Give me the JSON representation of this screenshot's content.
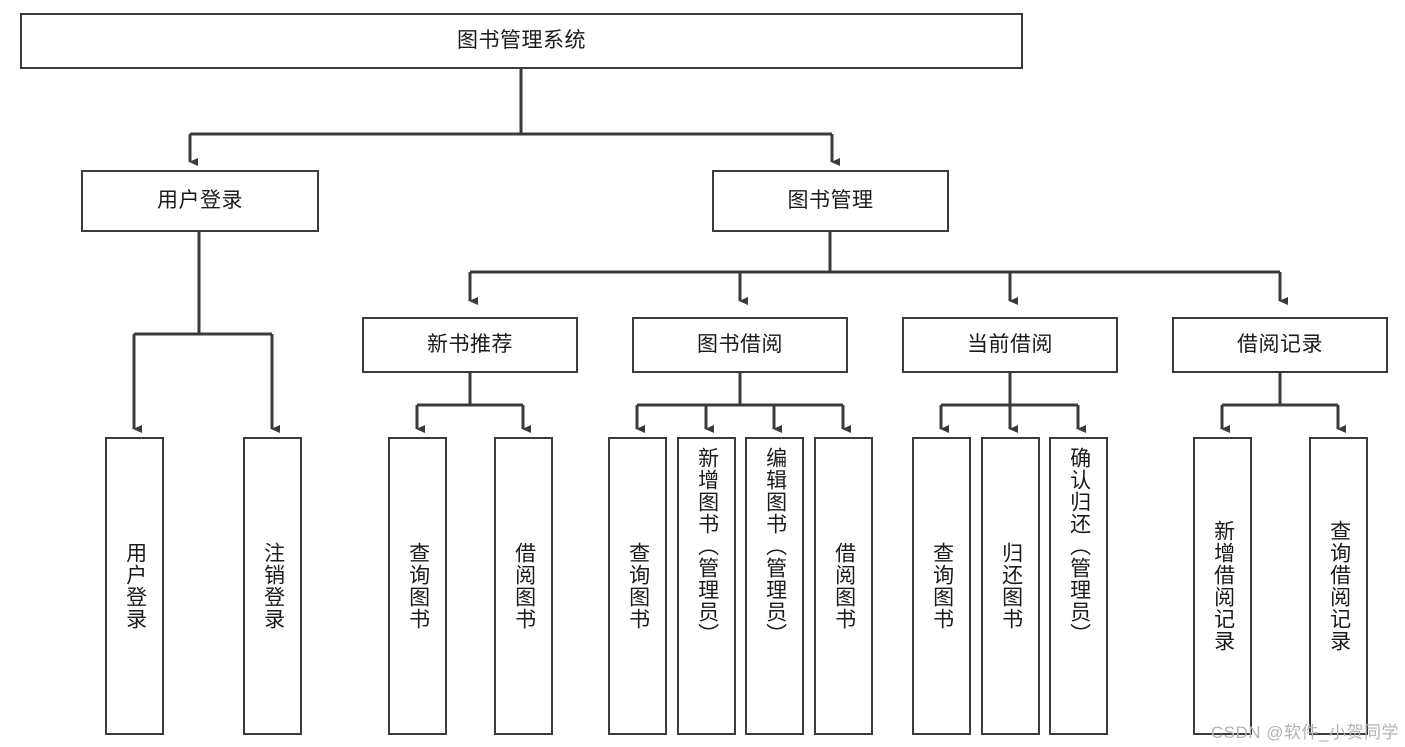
{
  "diagram": {
    "title": "图书管理系统",
    "root": {
      "label": "图书管理系统"
    },
    "level1": [
      {
        "label": "用户登录"
      },
      {
        "label": "图书管理"
      }
    ],
    "level2": [
      {
        "label": "新书推荐"
      },
      {
        "label": "图书借阅"
      },
      {
        "label": "当前借阅"
      },
      {
        "label": "借阅记录"
      }
    ],
    "leaves": {
      "user_login": [
        {
          "label": "用户登录"
        },
        {
          "label": "注销登录"
        }
      ],
      "new_book_recommend": [
        {
          "label": "查询图书"
        },
        {
          "label": "借阅图书"
        }
      ],
      "book_borrow": [
        {
          "label": "查询图书"
        },
        {
          "label": "新增图书（管理员）"
        },
        {
          "label": "编辑图书（管理员）"
        },
        {
          "label": "借阅图书"
        }
      ],
      "current_borrow": [
        {
          "label": "查询图书"
        },
        {
          "label": "归还图书"
        },
        {
          "label": "确认归还（管理员）"
        }
      ],
      "borrow_record": [
        {
          "label": "新增借阅记录"
        },
        {
          "label": "查询借阅记录"
        }
      ]
    },
    "watermark": "CSDN @软件_小贺同学",
    "colors": {
      "stroke": "#3b3b3b",
      "text": "#1b1b1b",
      "background": "#ffffff",
      "watermark": "#b3b3b3"
    }
  }
}
